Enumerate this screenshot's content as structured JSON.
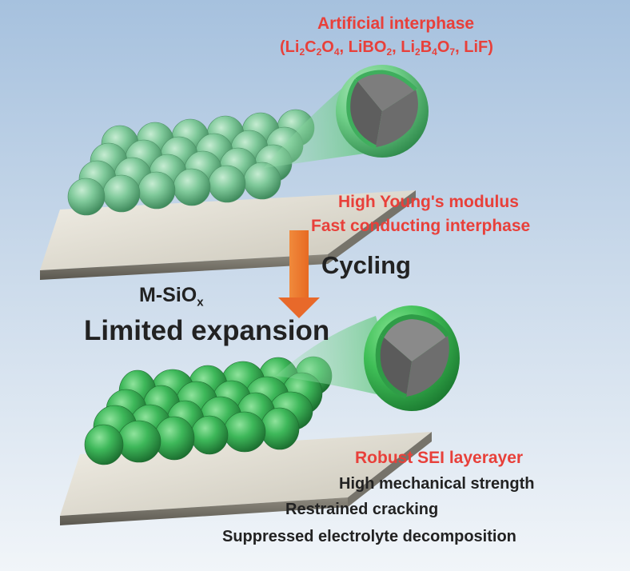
{
  "colors": {
    "background_top": "#a9c3df",
    "background_bottom": "#eef3f8",
    "accent_red": "#e8403a",
    "arrow_orange": "#ee7a2e",
    "sphere_light_green": "#7fc99a",
    "sphere_dark_green": "#3eb85a",
    "substrate": "#d9d6cc"
  },
  "labels": {
    "artificial_interphase": "Artificial interphase",
    "composition": {
      "open": "(",
      "li2c2o4": {
        "p1": "Li",
        "s1": "2",
        "p2": "C",
        "s2": "2",
        "p3": "O",
        "s3": "4"
      },
      "sep1": ", ",
      "libo2": {
        "p1": "LiBO",
        "s1": "2"
      },
      "sep2": ", ",
      "li2b4o7": {
        "p1": "Li",
        "s1": "2",
        "p2": "B",
        "s2": "4",
        "p3": "O",
        "s3": "7"
      },
      "sep3": ", ",
      "lif": "LiF",
      "close": ")"
    },
    "high_youngs_modulus": "High Young's modulus",
    "fast_conducting": "Fast conducting interphase",
    "cycling": "Cycling",
    "material": {
      "main": "M-SiO",
      "sub": "x"
    },
    "limited_expansion": "Limited expansion",
    "robust_sei": "Robust SEI layerayer",
    "high_mechanical_strength": "High mechanical strength",
    "restrained_cracking": "Restrained cracking",
    "suppressed_decomposition": "Suppressed electrolyte decomposition"
  },
  "icons": {
    "top_electrode": "particle-electrode-before-cycling",
    "bottom_electrode": "particle-electrode-after-cycling",
    "top_cutaway": "coated-particle-cutaway",
    "bottom_cutaway": "sei-coated-particle-cutaway",
    "arrow": "down-arrow"
  }
}
